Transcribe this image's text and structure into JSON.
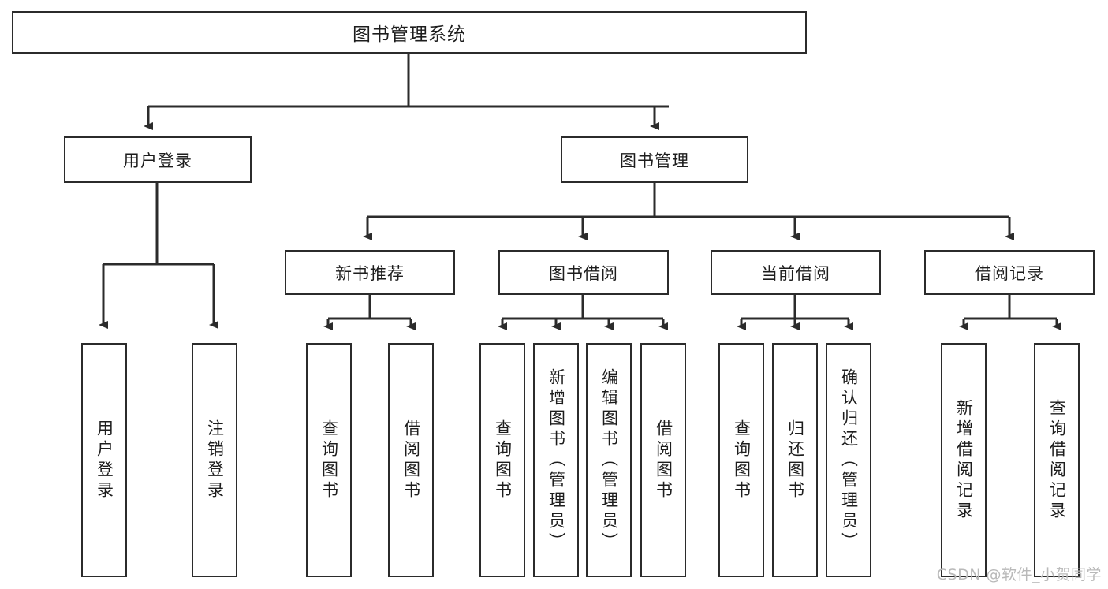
{
  "diagram": {
    "title_node": {
      "label": "图书管理系统"
    },
    "level1": [
      {
        "label": "用户登录"
      },
      {
        "label": "图书管理"
      }
    ],
    "level2": [
      {
        "label": "新书推荐"
      },
      {
        "label": "图书借阅"
      },
      {
        "label": "当前借阅"
      },
      {
        "label": "借阅记录"
      }
    ],
    "leaves": {
      "user_login": [
        {
          "label": "用户登录"
        },
        {
          "label": "注销登录"
        }
      ],
      "new_book_recommend": [
        {
          "label": "查询图书"
        },
        {
          "label": "借阅图书"
        }
      ],
      "book_borrow": [
        {
          "label": "查询图书"
        },
        {
          "label": "新增图书（管理员）"
        },
        {
          "label": "编辑图书（管理员）"
        },
        {
          "label": "借阅图书"
        }
      ],
      "current_borrow": [
        {
          "label": "查询图书"
        },
        {
          "label": "归还图书"
        },
        {
          "label": "确认归还（管理员）"
        }
      ],
      "borrow_record": [
        {
          "label": "新增借阅记录"
        },
        {
          "label": "查询借阅记录"
        }
      ]
    }
  },
  "watermark": {
    "text": "CSDN @软件_小贺同学"
  },
  "colors": {
    "stroke": "#2b2b2b",
    "fill": "#ffffff",
    "text": "#1d1d1d",
    "watermark": "#b9b9b9"
  }
}
